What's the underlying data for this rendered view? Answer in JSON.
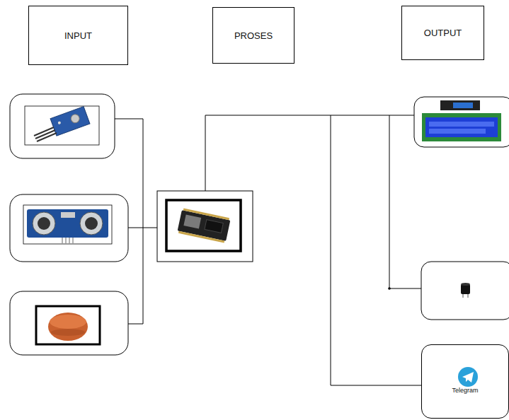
{
  "diagram": {
    "nodes": [
      {
        "text": [
          "INPUT"
        ]
      },
      {
        "text": [
          "PROSES"
        ]
      },
      {
        "text": [
          "OUTPUT"
        ]
      },
      {
        "text": [
          "Telegram"
        ]
      }
    ]
  }
}
